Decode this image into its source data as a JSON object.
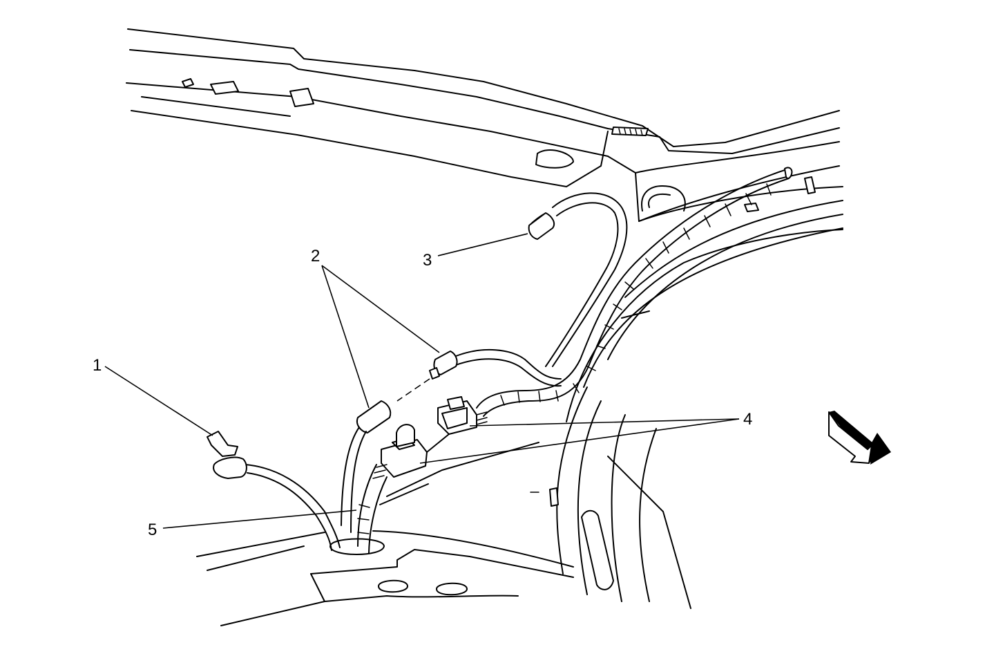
{
  "callouts": {
    "c1": "1",
    "c2": "2",
    "c3": "3",
    "c4": "4",
    "c5": "5"
  },
  "icons": {
    "direction": "forward-direction-arrow-icon"
  }
}
